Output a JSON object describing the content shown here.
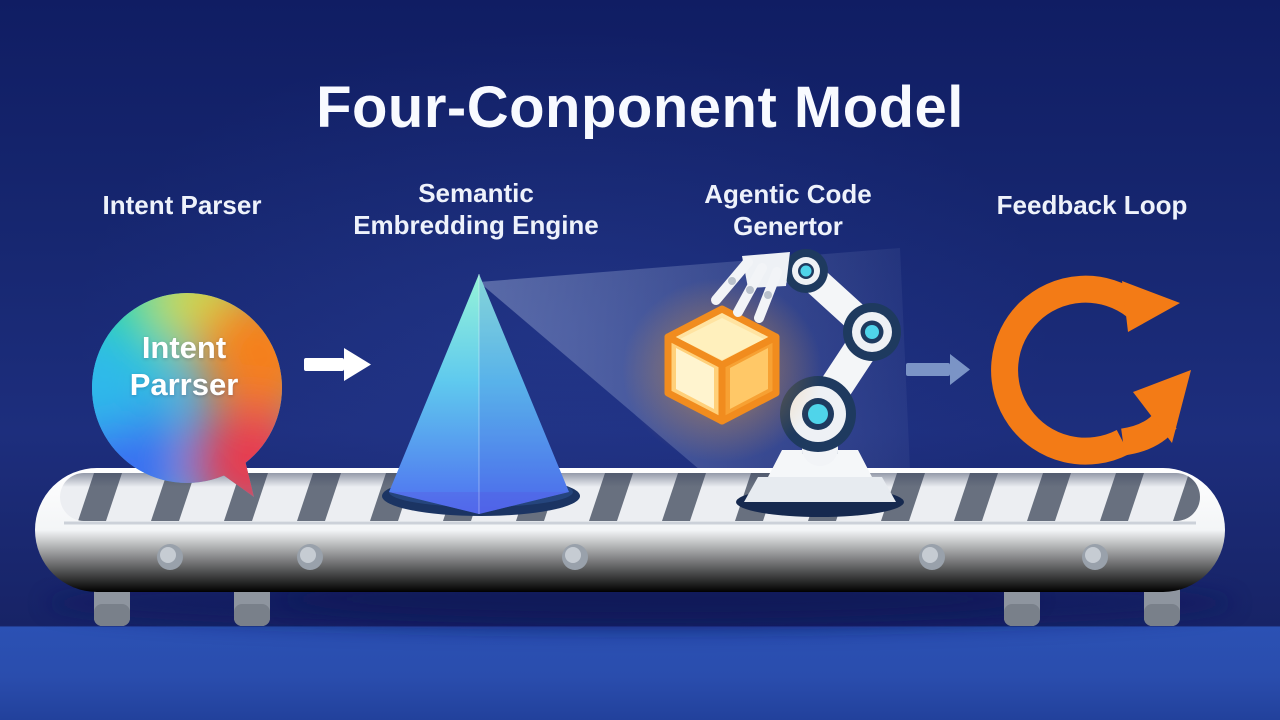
{
  "title": "Four-Conponent Model",
  "components": [
    {
      "label_lines": [
        "Intent Parser"
      ],
      "icon": "speech-bubble"
    },
    {
      "label_lines": [
        "Semantic",
        "Embredding Engine"
      ],
      "icon": "hologram-cone"
    },
    {
      "label_lines": [
        "Agentic Code",
        "Genertor"
      ],
      "icon": "robot-arm-with-cube"
    },
    {
      "label_lines": [
        "Feedback Loop"
      ],
      "icon": "circular-refresh-arrows"
    }
  ],
  "speech_bubble": {
    "line1": "Intent",
    "line2": "Parrser"
  },
  "connectors": [
    {
      "icon": "arrow-right",
      "color": "#ffffff"
    },
    {
      "icon": "arrow-right",
      "color": "#7b94c6"
    }
  ],
  "colors": {
    "wall_blue": "#1b2b7a",
    "floor_blue": "#2a4fae",
    "title_text": "#f8faff",
    "beam": "#b9c8e8",
    "bubble_teal": "#2ed9a2",
    "bubble_yellow": "#cdd94e",
    "bubble_orange": "#f5801e",
    "bubble_red": "#e83a50",
    "bubble_blue": "#3a6cf2",
    "cone_top": "#96f4d8",
    "cone_bottom": "#4f6ef0",
    "cone_base_navy": "#1b3463",
    "cube_border_orange": "#f18c1e",
    "cube_glow": "#ffb23c",
    "robot_body_white": "#f4f6f8",
    "robot_joint_navy": "#1e3a5f",
    "robot_joint_cyan": "#4fd4ea",
    "loop_orange": "#f37b16",
    "belt_white": "#f2f3f5",
    "belt_stripe_gray": "#68707f",
    "belt_shadow_navy": "#0c175a"
  }
}
